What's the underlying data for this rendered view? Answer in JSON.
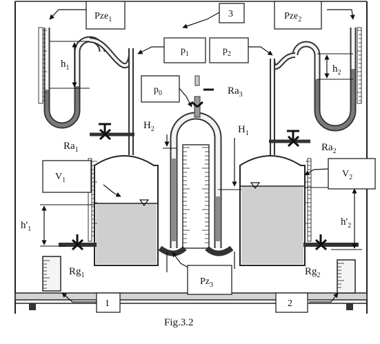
{
  "figure": {
    "caption": "Fig.3.2",
    "boxes": {
      "pze1": {
        "base": "Pze",
        "sub": "1"
      },
      "pze2": {
        "base": "Pze",
        "sub": "2"
      },
      "n3": {
        "base": "3",
        "sub": ""
      },
      "p1": {
        "base": "p",
        "sub": "1"
      },
      "p2": {
        "base": "p",
        "sub": "2"
      },
      "p0": {
        "base": "p",
        "sub": "0"
      },
      "v1": {
        "base": "V",
        "sub": "1"
      },
      "v2": {
        "base": "V",
        "sub": "2"
      },
      "pz3": {
        "base": "Pz",
        "sub": "3"
      },
      "n1": {
        "base": "1",
        "sub": ""
      },
      "n2": {
        "base": "2",
        "sub": ""
      }
    },
    "labels": {
      "h1": {
        "base": "h",
        "sub": "1"
      },
      "h2": {
        "base": "h",
        "sub": "2"
      },
      "ra1": {
        "base": "Ra",
        "sub": "1"
      },
      "ra2": {
        "base": "Ra",
        "sub": "2"
      },
      "ra3": {
        "base": "Ra",
        "sub": "3"
      },
      "H2": {
        "base": "H",
        "sub": "2"
      },
      "H1": {
        "base": "H",
        "sub": "1"
      },
      "hp1": {
        "base": "h'",
        "sub": "1"
      },
      "hp2": {
        "base": "h'",
        "sub": "2"
      },
      "rg1": {
        "base": "Rg",
        "sub": "1"
      },
      "rg2": {
        "base": "Rg",
        "sub": "2"
      }
    }
  }
}
